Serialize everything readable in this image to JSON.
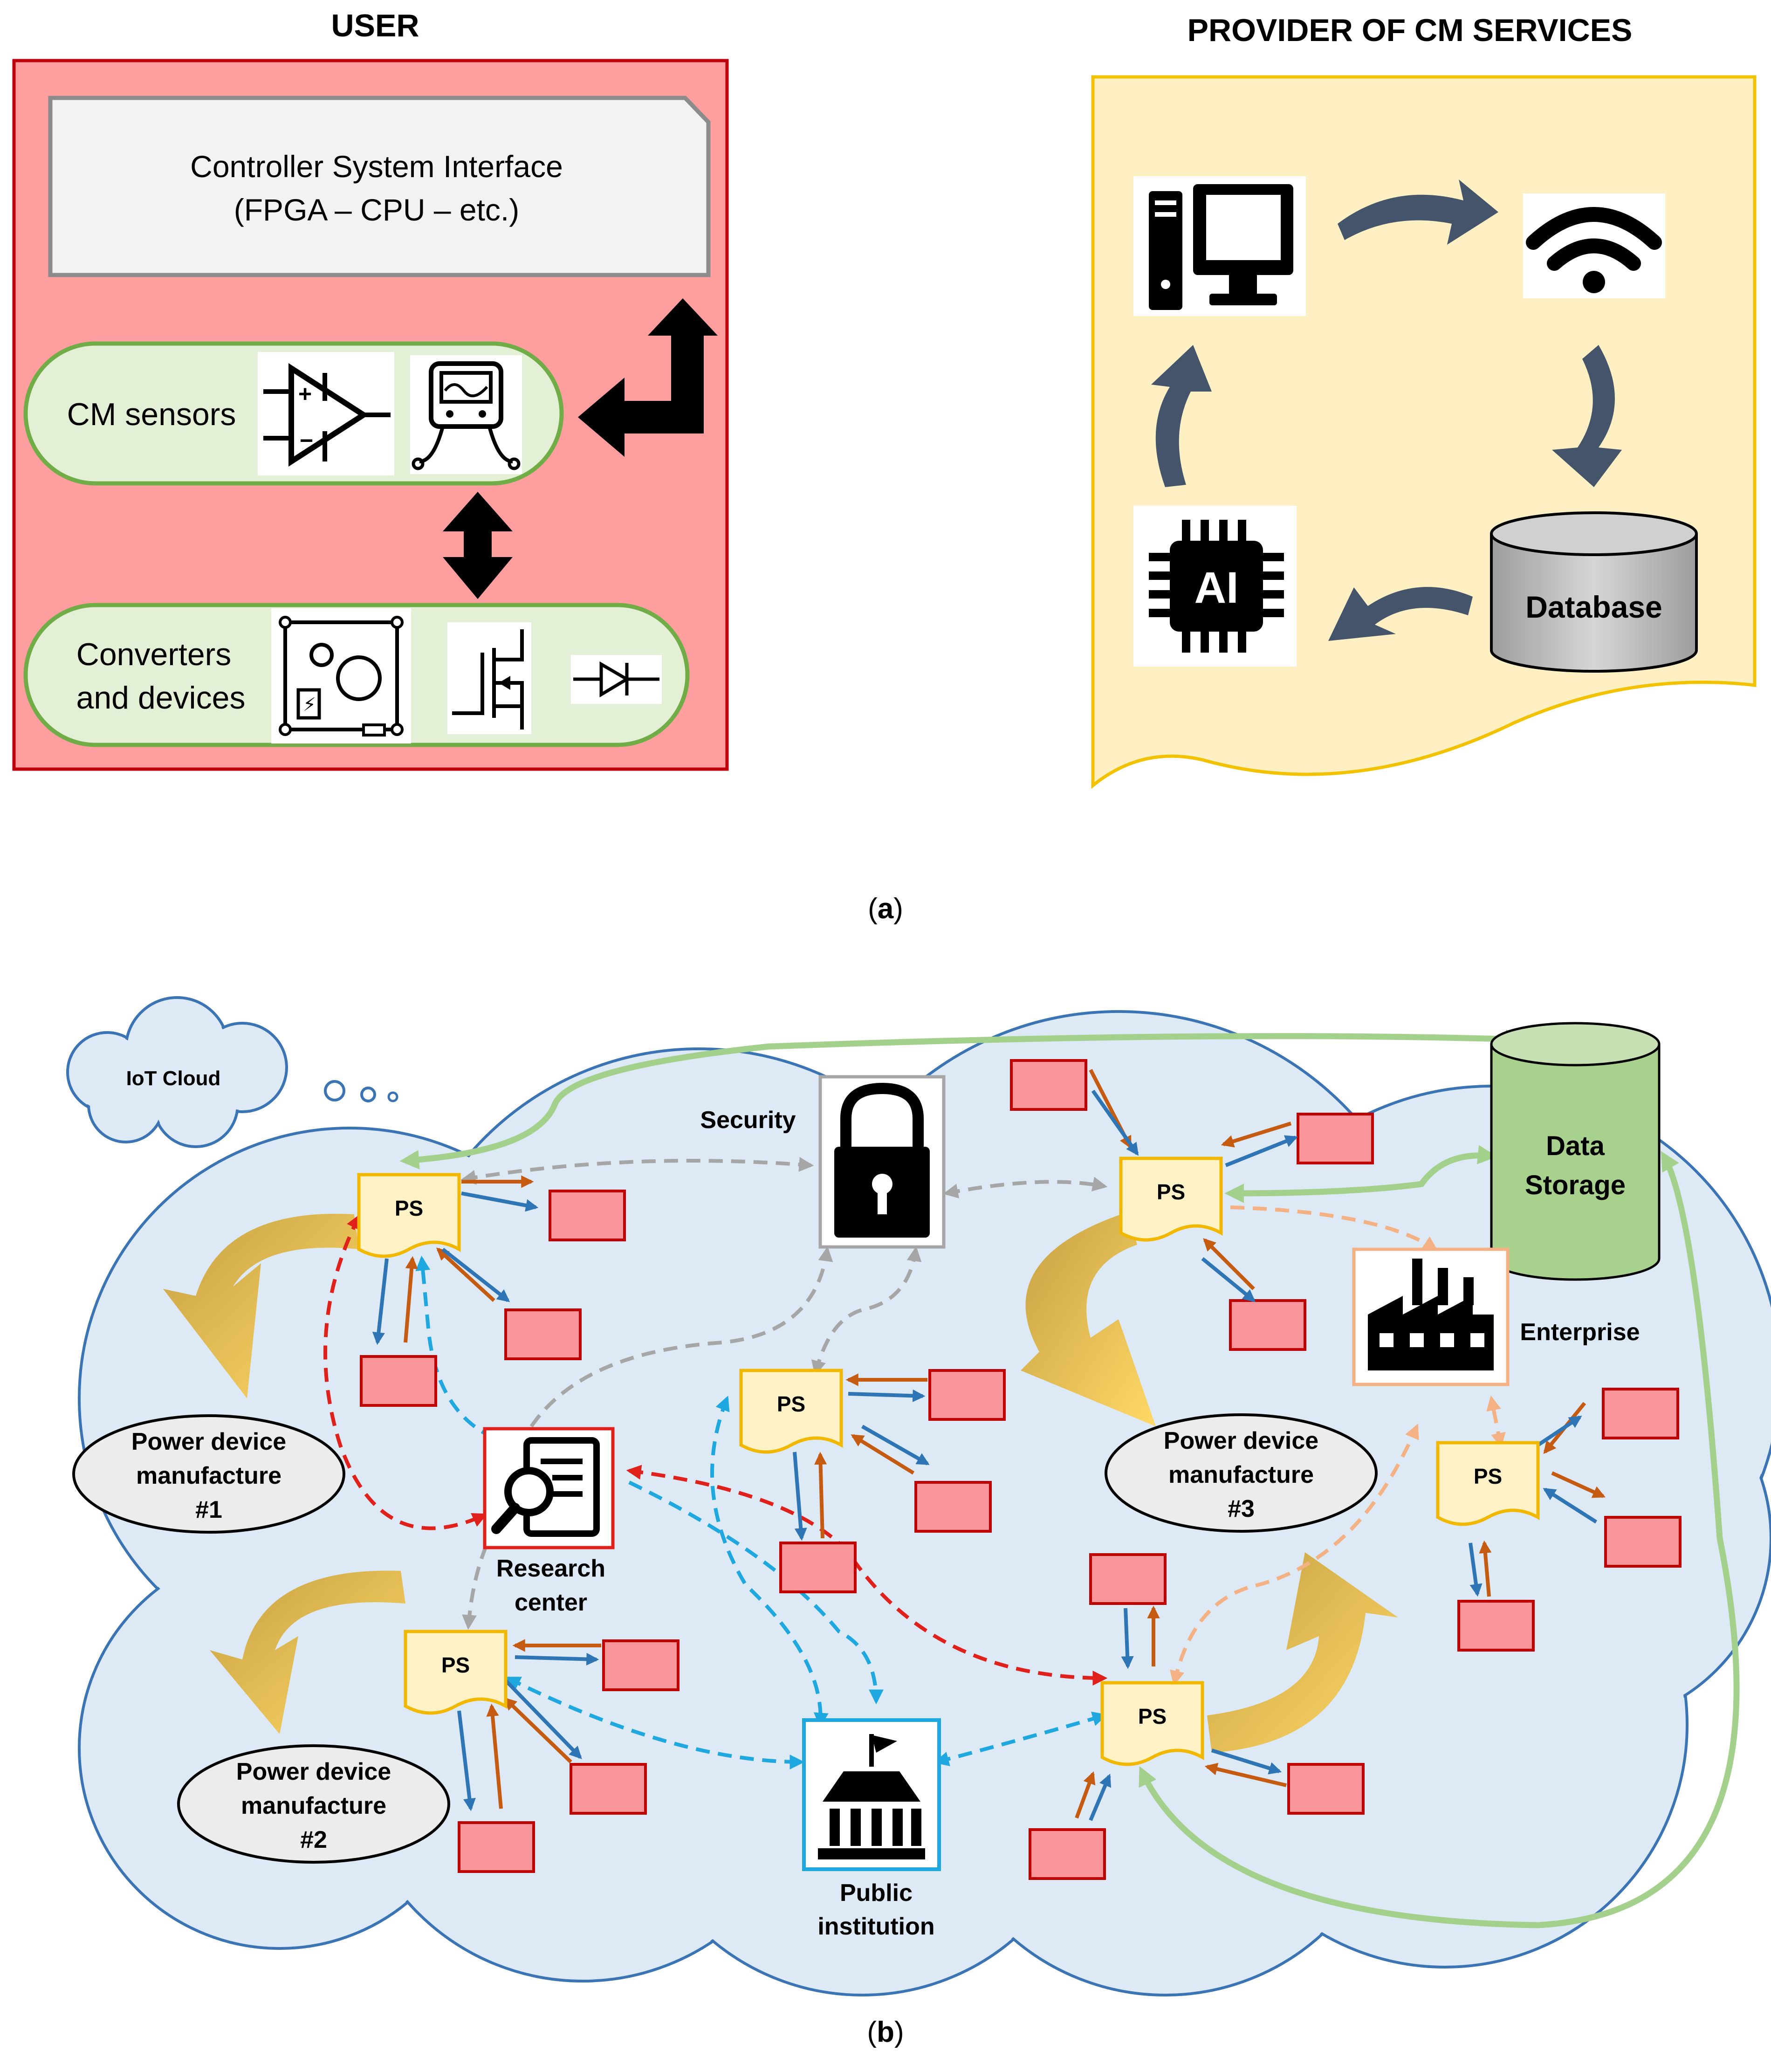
{
  "panel_a": {
    "user_title": "USER",
    "provider_title": "PROVIDER OF CM SERVICES",
    "controller_line1": "Controller System Interface",
    "controller_line2": "(FPGA – CPU – etc.)",
    "sensors_label": "CM sensors",
    "converters_line1": "Converters",
    "converters_line2": "and devices",
    "ai_label": "AI",
    "database_label": "Database",
    "caption": "(a)",
    "caption_letter": "a"
  },
  "panel_b": {
    "iot_cloud": "IoT Cloud",
    "security": "Security",
    "data_storage_line1": "Data",
    "data_storage_line2": "Storage",
    "enterprise": "Enterprise",
    "research_line1": "Research",
    "research_line2": "center",
    "public_line1": "Public",
    "public_line2": "institution",
    "ps_label": "PS",
    "mfr1": [
      "Power device",
      "manufacture",
      "#1"
    ],
    "mfr2": [
      "Power device",
      "manufacture",
      "#2"
    ],
    "mfr3": [
      "Power device",
      "manufacture",
      "#3"
    ],
    "caption": "(b)",
    "caption_letter": "b"
  },
  "colors": {
    "user_bg": "#ff9e9e",
    "user_border": "#c0000a",
    "provider_bg": "#fff0c4",
    "provider_border": "#f2c200",
    "pill_bg": "#e3f0d6",
    "pill_border": "#70ad47",
    "cloud_fill": "#dde9f4",
    "cloud_stroke": "#3a74b4",
    "ps_fill": "#fff2c6",
    "ps_stroke": "#f2b800",
    "red_box": "#f7959a",
    "red_box_border": "#c00000",
    "storage_green": "#a9d18e",
    "link_green": "#a3d08a",
    "red_dash": "#e0201a",
    "blue_dash": "#1fa8e0",
    "gray_dash": "#a6a6a6",
    "peach_dash": "#f4b183",
    "arrow_blue": "#2e75b6",
    "arrow_brown": "#c55a11",
    "cycle_arrow": "#44546a"
  }
}
